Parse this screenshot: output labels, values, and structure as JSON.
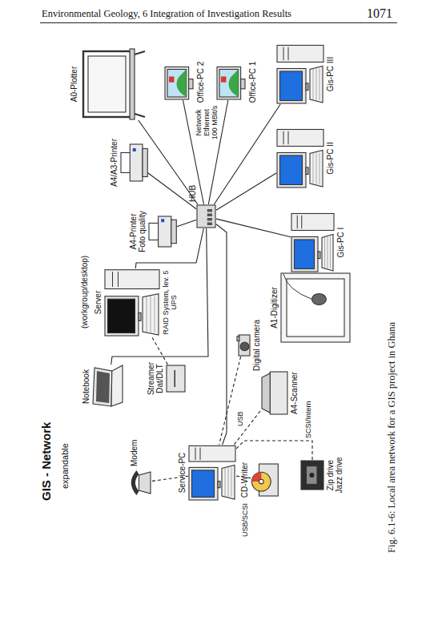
{
  "diagram": {
    "title": "GIS - Network",
    "caption": "Fig. 6.1-6: Local area network for a GIS project in Ghana",
    "nodes": [
      {
        "text": [
          "Notebook"
        ]
      },
      {
        "text": [
          "Modem"
        ]
      },
      {
        "text": [
          "Server",
          "RAID System, lev. 5 UPS"
        ]
      },
      {
        "text": [
          "Streamer Dat/DLT"
        ]
      },
      {
        "text": [
          "Service-PC"
        ]
      },
      {
        "text": [
          "Digital camera"
        ]
      },
      {
        "text": [
          "A4-Scanner"
        ]
      },
      {
        "text": [
          "CD-Writer"
        ]
      },
      {
        "text": [
          "Zip drive Jazz drive"
        ]
      },
      {
        "text": [
          "A1-Digitizer"
        ]
      },
      {
        "text": [
          "HUB"
        ]
      },
      {
        "text": [
          "A4-Printer Foto quality"
        ]
      },
      {
        "text": [
          "A4/A3-Printer"
        ]
      },
      {
        "text": [
          "A0-Plotter"
        ]
      },
      {
        "text": [
          "Office-PC 2"
        ]
      },
      {
        "text": [
          "Office-PC 1"
        ]
      },
      {
        "text": [
          "Gis-PC I"
        ]
      },
      {
        "text": [
          "Gis-PC II"
        ]
      },
      {
        "text": [
          "Gis-PC III"
        ]
      }
    ],
    "edges": [
      {
        "from": 0,
        "to": 10,
        "arrow": "none"
      },
      {
        "from": 2,
        "to": 10,
        "arrow": "none"
      },
      {
        "from": 4,
        "to": 10,
        "arrow": "none"
      },
      {
        "from": 11,
        "to": 10,
        "arrow": "none"
      },
      {
        "from": 12,
        "to": 10,
        "arrow": "none"
      },
      {
        "from": 13,
        "to": 10,
        "arrow": "none"
      },
      {
        "from": 14,
        "to": 10,
        "arrow": "none"
      },
      {
        "from": 15,
        "to": 10,
        "arrow": "none"
      },
      {
        "from": 16,
        "to": 10,
        "arrow": "none"
      },
      {
        "from": 17,
        "to": 10,
        "arrow": "none"
      },
      {
        "from": 18,
        "to": 10,
        "arrow": "none"
      },
      {
        "from": 1,
        "to": 4,
        "arrow": "none"
      },
      {
        "from": 3,
        "to": 2,
        "arrow": "none"
      },
      {
        "from": 5,
        "to": 4,
        "arrow": "none"
      },
      {
        "from": 6,
        "to": 4,
        "label": "USB",
        "arrow": "none"
      },
      {
        "from": 7,
        "to": 4,
        "label": "USB/SCSI",
        "arrow": "none"
      },
      {
        "from": 8,
        "to": 4,
        "label": "SCSI/Intern",
        "arrow": "none"
      },
      {
        "from": 9,
        "to": 16,
        "arrow": "none"
      }
    ],
    "labels": [
      "Environmental Geology, 6 Integration of Investigation Results",
      "1071",
      "expandable",
      "(workgroup/desktop)",
      "Network Ethernet 100 MBit/s"
    ]
  }
}
